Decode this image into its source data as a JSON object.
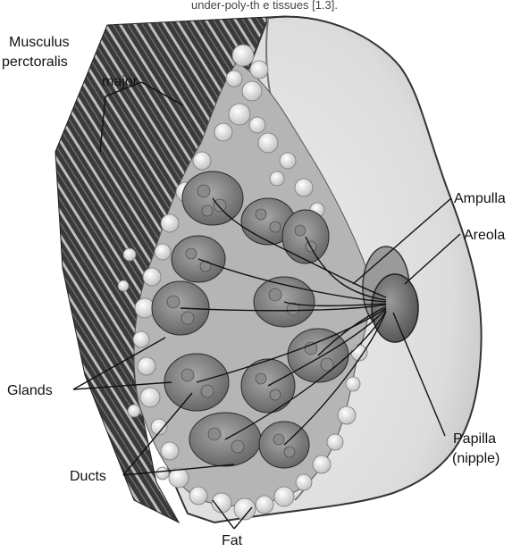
{
  "caption_fragment": "under-poly-th e tissues [1.3].",
  "labels": {
    "muscle_line1": "Musculus",
    "muscle_line2": "perctoralis",
    "muscle_line3": "major",
    "ampulla": "Ampulla",
    "areola": "Areola",
    "glands": "Glands",
    "ducts": "Ducts",
    "papilla_line1": "Papilla",
    "papilla_line2": "(nipple)",
    "fat": "Fat"
  },
  "colors": {
    "muscle": "#3a3a3a",
    "muscle_stripe": "#cfcfcf",
    "skin": "#e4e4e4",
    "gland_tissue": "#8d8d8d",
    "fat": "#ececec",
    "ink": "#111111"
  }
}
